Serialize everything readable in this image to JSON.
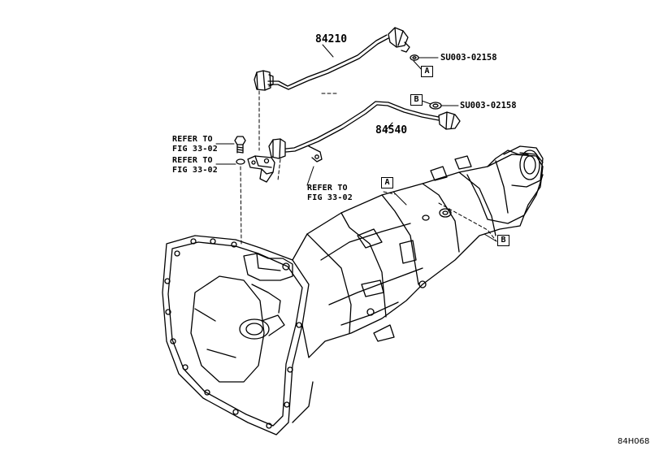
{
  "parts": {
    "wire_upper": "84210",
    "wire_lower": "84540"
  },
  "callouts": {
    "gasket_a": "SU003-02158",
    "gasket_b": "SU003-02158",
    "refer_bolt_1": "REFER TO",
    "refer_bolt_2": "FIG 33-02",
    "refer_bracket_1": "REFER TO",
    "refer_bracket_2": "FIG 33-02",
    "refer_clamp_1": "REFER TO",
    "refer_clamp_2": "FIG 33-02"
  },
  "reference_letters": {
    "a_top": "A",
    "b_top": "B",
    "a_transmission": "A",
    "b_transmission": "B"
  },
  "image_code": "84H068"
}
